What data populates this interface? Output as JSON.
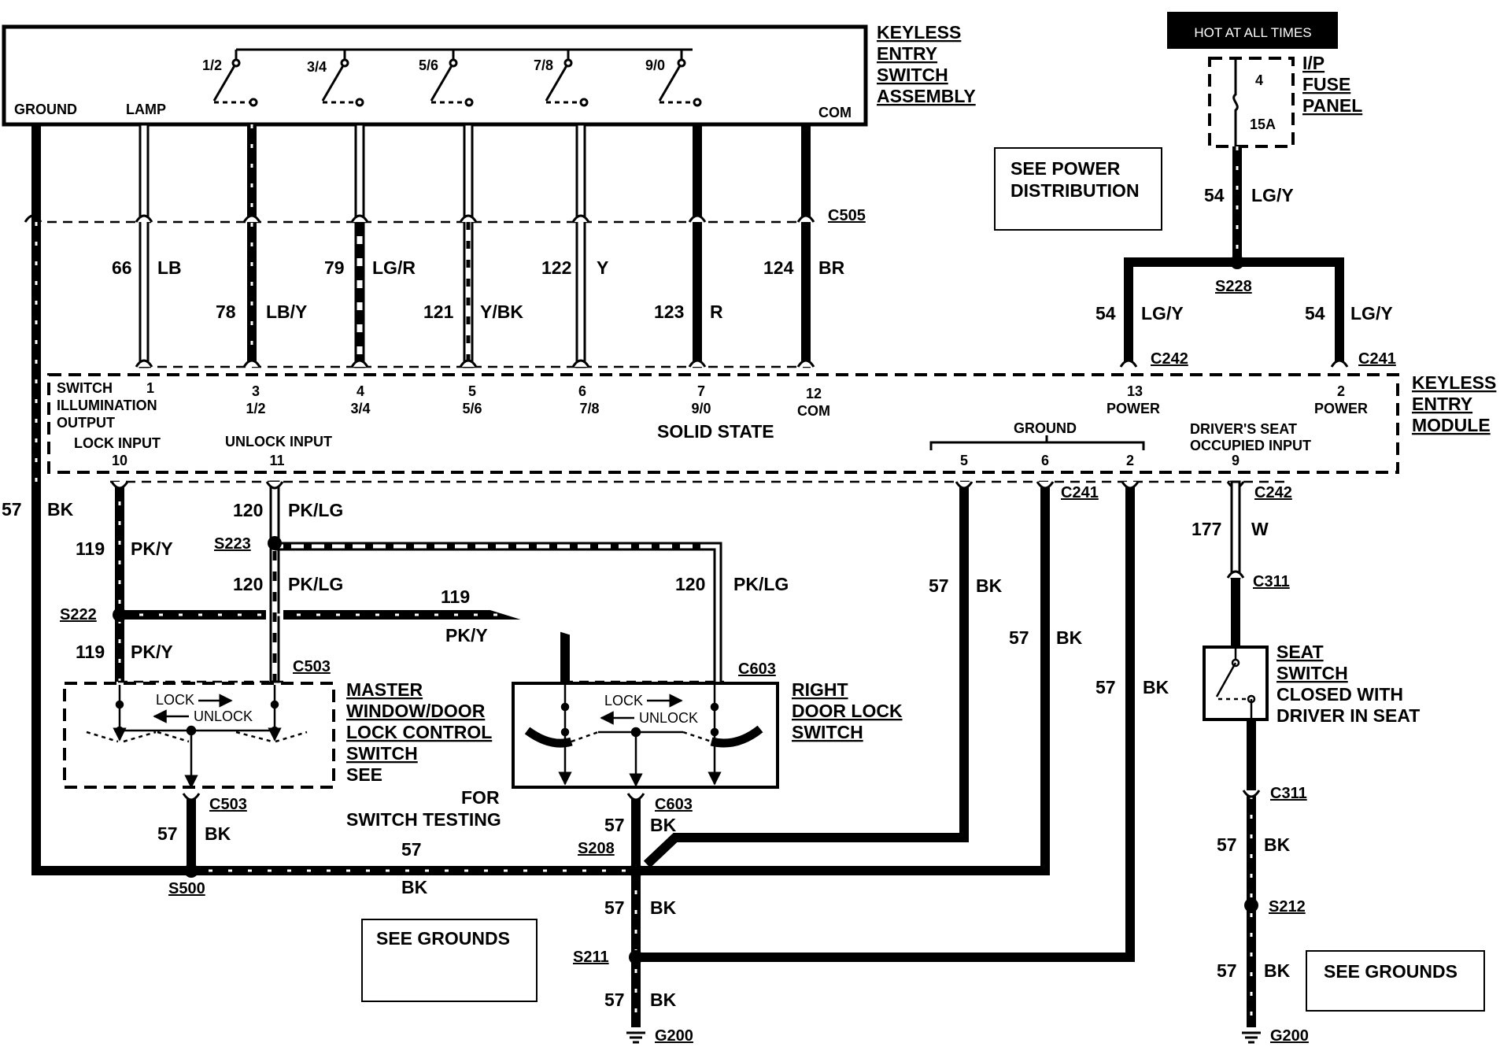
{
  "header_badge": "HOT AT ALL TIMES",
  "switch_assembly": {
    "title": [
      "KEYLESS",
      "ENTRY",
      "SWITCH",
      "ASSEMBLY"
    ],
    "terminals": [
      "GROUND",
      "LAMP",
      "COM"
    ],
    "buttons": [
      "1/2",
      "3/4",
      "5/6",
      "7/8",
      "9/0"
    ]
  },
  "fuse_panel": {
    "title": [
      "I/P",
      "FUSE",
      "PANEL"
    ],
    "fuse_no": "4",
    "rating": "15A"
  },
  "see_power": [
    "SEE POWER",
    "DISTRIBUTION"
  ],
  "connectors": {
    "c505": "C505",
    "c242": "C242",
    "c241": "C241",
    "c503": "C503",
    "c603": "C603",
    "c311": "C311"
  },
  "splices": {
    "s228": "S228",
    "s223": "S223",
    "s222": "S222",
    "s500": "S500",
    "s208": "S208",
    "s211": "S211",
    "s212": "S212"
  },
  "ground_point": "G200",
  "wires": [
    {
      "circuit": "66",
      "color": "LB"
    },
    {
      "circuit": "78",
      "color": "LB/Y"
    },
    {
      "circuit": "79",
      "color": "LG/R"
    },
    {
      "circuit": "121",
      "color": "Y/BK"
    },
    {
      "circuit": "122",
      "color": "Y"
    },
    {
      "circuit": "123",
      "color": "R"
    },
    {
      "circuit": "124",
      "color": "BR"
    },
    {
      "circuit": "54",
      "color": "LG/Y"
    },
    {
      "circuit": "57",
      "color": "BK"
    },
    {
      "circuit": "119",
      "color": "PK/Y"
    },
    {
      "circuit": "120",
      "color": "PK/LG"
    },
    {
      "circuit": "177",
      "color": "W"
    }
  ],
  "module": {
    "title": [
      "KEYLESS",
      "ENTRY",
      "MODULE"
    ],
    "pins": [
      {
        "num": "1",
        "desc": ""
      },
      {
        "num": "3",
        "desc": "1/2"
      },
      {
        "num": "4",
        "desc": "3/4"
      },
      {
        "num": "5",
        "desc": "5/6"
      },
      {
        "num": "6",
        "desc": "7/8"
      },
      {
        "num": "7",
        "desc": "9/0"
      },
      {
        "num": "12",
        "desc": "COM"
      },
      {
        "num": "13",
        "desc": "POWER"
      },
      {
        "num": "2",
        "desc": "POWER"
      },
      {
        "num": "10",
        "desc": ""
      },
      {
        "num": "11",
        "desc": ""
      },
      {
        "num": "5",
        "desc": ""
      },
      {
        "num": "6",
        "desc": ""
      },
      {
        "num": "2",
        "desc": ""
      },
      {
        "num": "9",
        "desc": ""
      }
    ],
    "switch_illumination": [
      "SWITCH",
      "ILLUMINATION",
      "OUTPUT"
    ],
    "lock_input": "LOCK INPUT",
    "unlock_input": "UNLOCK INPUT",
    "solid_state": "SOLID STATE",
    "ground": "GROUND",
    "drivers_seat": [
      "DRIVER'S SEAT",
      "OCCUPIED INPUT"
    ]
  },
  "master_switch": {
    "title": [
      "MASTER",
      "WINDOW/DOOR",
      "LOCK CONTROL",
      "SWITCH"
    ],
    "see": "SEE",
    "testing": [
      "FOR",
      "SWITCH TESTING"
    ]
  },
  "right_switch": {
    "title": [
      "RIGHT",
      "DOOR LOCK",
      "SWITCH"
    ]
  },
  "switch_labels": {
    "lock": "LOCK",
    "unlock": "UNLOCK"
  },
  "seat_switch": {
    "title": [
      "SEAT",
      "SWITCH"
    ],
    "desc": [
      "CLOSED WITH",
      "DRIVER IN SEAT"
    ]
  },
  "see_grounds": "SEE GROUNDS"
}
